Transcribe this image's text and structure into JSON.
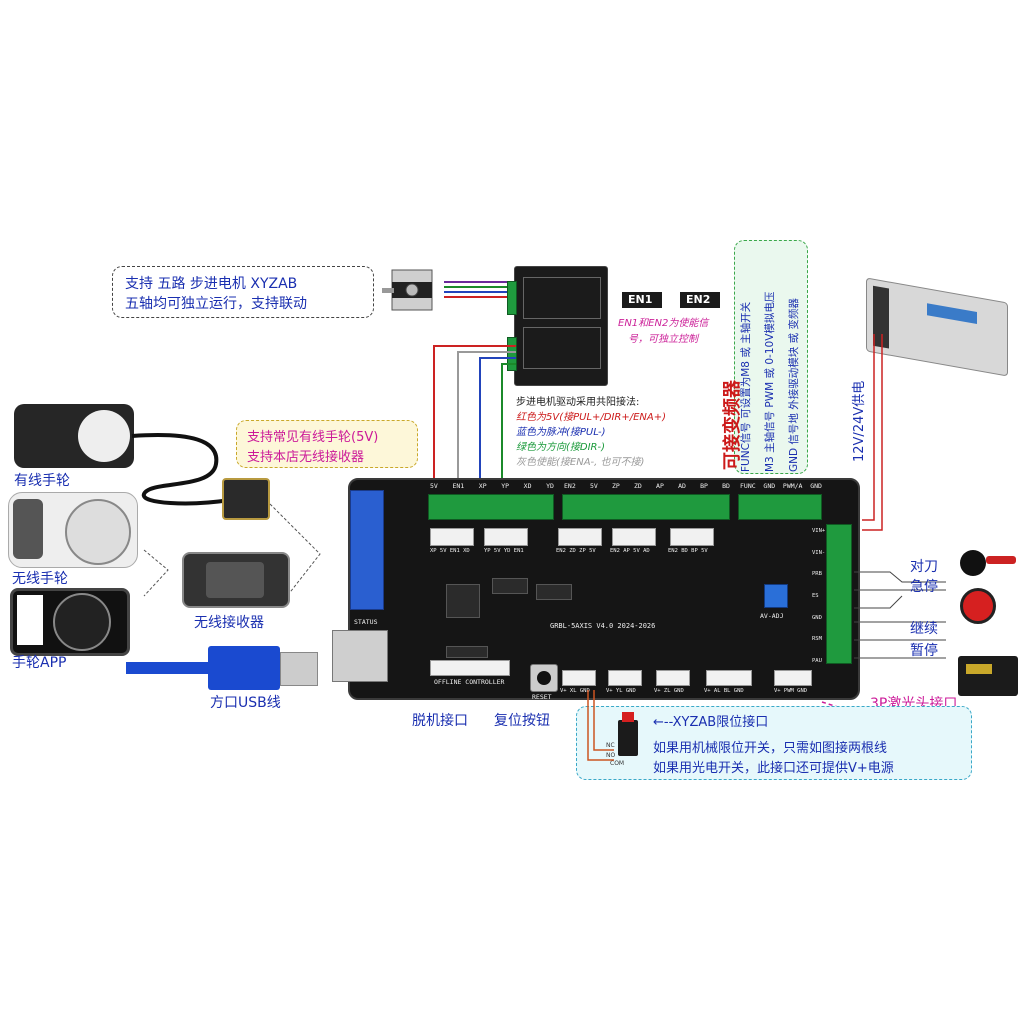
{
  "callouts": {
    "five_axis": {
      "line1": "支持 五路 步进电机 XYZAB",
      "line2": "五轴均可独立运行，支持联动"
    },
    "handwheel": {
      "line1": "支持常见有线手轮(5V)",
      "line2": "支持本店无线接收器"
    },
    "limit": {
      "title": "←--XYZAB限位接口",
      "line1": "如果用机械限位开关，只需如图接两根线",
      "line2": "如果用光电开关，此接口还可提供V+电源"
    }
  },
  "driver_wiring": {
    "title": "步进电机驱动采用共阳接法:",
    "red": "红色为5V(接PUL+/DIR+/ENA+)",
    "blue": "蓝色为脉冲(接PUL-)",
    "green": "绿色为方向(接DIR-)",
    "gray": "灰色使能(接ENA-, 也可不接)"
  },
  "enable": {
    "en1": "EN1",
    "en2": "EN2",
    "note1": "EN1和EN2为使能信",
    "note2": "号，可独立控制"
  },
  "spindle": {
    "title": "可接变频器",
    "col1": "FUNC信号  可设置为M8 或 主轴开关",
    "col2": "M3 主轴信号 PWM 或 0-10V模拟电压",
    "col3": "GND 信号地     外接驱动模块 或 变频器"
  },
  "power": {
    "label": "12V/24V供电"
  },
  "devices": {
    "wired_wheel": "有线手轮",
    "wireless_wheel": "无线手轮",
    "wheel_app": "手轮APP",
    "wireless_rx": "无线接收器",
    "usb": "方口USB线"
  },
  "inputs": {
    "probe": "对刀",
    "estop": "急停",
    "resume": "继续",
    "pause": "暂停"
  },
  "laser": {
    "label": "3P激光头接口"
  },
  "bottom": {
    "offline": "脱机接口",
    "reset": "复位按钮"
  },
  "board": {
    "name": "GRBL-5AXIS V4.0 2024-2026",
    "status": "STATUS",
    "offline_silk": "OFFLINE CONTROLLER",
    "reset_silk": "RESET",
    "top_terms": [
      "5V",
      "EN1",
      "XP",
      "YP",
      "XD",
      "YD"
    ],
    "mid_terms": [
      "EN2",
      "5V",
      "ZP",
      "ZD",
      "AP",
      "AD",
      "BP",
      "BD"
    ],
    "spindle_terms": [
      "FUNC",
      "GND",
      "PWM/A",
      "GND"
    ],
    "right_terms": [
      "VIN+",
      "VIN-",
      "PRB",
      "ES",
      "GND",
      "RSM",
      "PAU"
    ],
    "top_jst": [
      "XP 5V EN1 XD",
      "YP 5V YD EN1",
      "EN2 ZD ZP 5V",
      "EN2 AP 5V AD",
      "EN2 BD BP 5V"
    ],
    "bottom_jst": [
      "V+ XL GND",
      "V+ YL GND",
      "V+ ZL GND",
      "V+ AL BL GND",
      "V+ PWM GND"
    ],
    "pot_label": "AV-ADJ"
  },
  "limit_switch": {
    "nc": "NC",
    "no": "NO",
    "com": "COM"
  }
}
